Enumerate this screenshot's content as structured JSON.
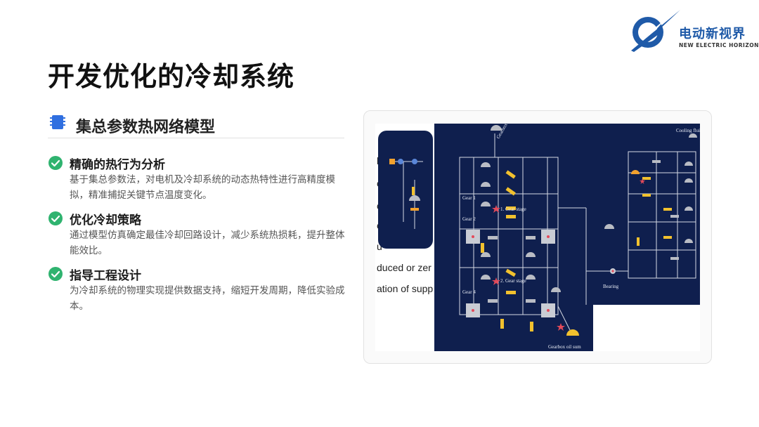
{
  "brand": {
    "name_cn": "电动新视界",
    "name_en": "NEW ELECTRIC HORIZON"
  },
  "slide": {
    "title": "开发优化的冷却系统"
  },
  "section": {
    "icon": "chip-icon",
    "title": "集总参数热网络模型"
  },
  "items": [
    {
      "icon": "check-circle-icon",
      "title": "精确的热行为分析",
      "desc": "基于集总参数法，对电机及冷却系统的动态热特性进行高精度模拟，精准捕捉关键节点温度变化。"
    },
    {
      "icon": "check-circle-icon",
      "title": "优化冷却策略",
      "desc": "通过模型仿真确定最佳冷却回路设计，减少系统热损耗，提升整体能效比。"
    },
    {
      "icon": "check-circle-icon",
      "title": "指导工程设计",
      "desc": "为冷却系统的物理实现提供数据支持，缩短开发周期，降低实验成本。"
    }
  ],
  "figure": {
    "background_fragments": [
      "l",
      "e",
      "c",
      "e",
      "u",
      "duced or zer",
      "ation of supp"
    ],
    "labels": {
      "gear1": "Gear 1",
      "gear2": "Gear 2",
      "gear_stage1": "1. Gear stage",
      "gear4": "Gear 4",
      "gear_stage2": "2. Gear stage",
      "sump": "Gearbox oil sum",
      "bearing": "Bearing",
      "cooling_fluid": "Cooling fluid",
      "housing": "Gearbox housing"
    },
    "colors": {
      "panel": "#0f1f4e",
      "resistor": "#f2c12e",
      "node": "#c9ccd4",
      "marker": "#e34a5a"
    }
  },
  "colors": {
    "accent": "#1f5aa8",
    "check": "#2fb36f"
  }
}
